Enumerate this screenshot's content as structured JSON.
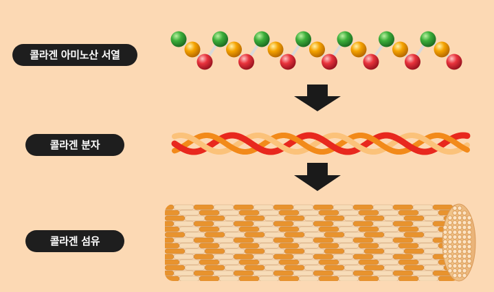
{
  "labels": {
    "amino_acid_sequence": "콜라겐 아미노산 서열",
    "collagen_molecule": "콜라겐 분자",
    "collagen_fiber": "콜라겐 섬유"
  },
  "colors": {
    "background": "#fcd9b4",
    "pill": "#1e1e1e",
    "green_bead": "#3cae3a",
    "yellow_bead": "#f5a300",
    "red_bead": "#e8333c",
    "arrow": "#1a1a1a",
    "strand_red": "#e8281e",
    "strand_orange": "#f28a1a",
    "strand_light": "#fbc27a",
    "fiber_orange": "#e8932e",
    "fiber_cream": "#f7dcb8"
  },
  "amino_chain": {
    "repeat_units": 7,
    "bead_order": [
      "green",
      "yellow",
      "red"
    ]
  }
}
